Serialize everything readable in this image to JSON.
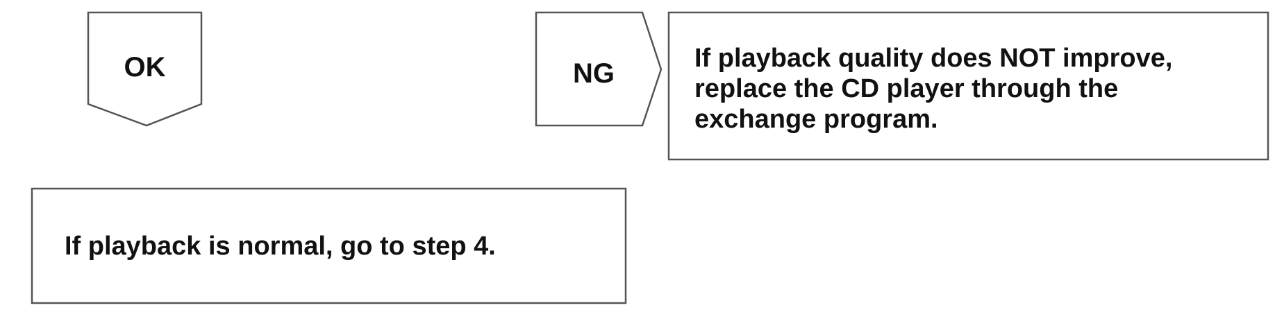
{
  "flow": {
    "ok_label": "OK",
    "ng_label": "NG",
    "ng_result": [
      "If playback quality does NOT improve,",
      "replace the CD player through the",
      "exchange program."
    ],
    "ok_result": "If playback is normal, go to step 4."
  }
}
